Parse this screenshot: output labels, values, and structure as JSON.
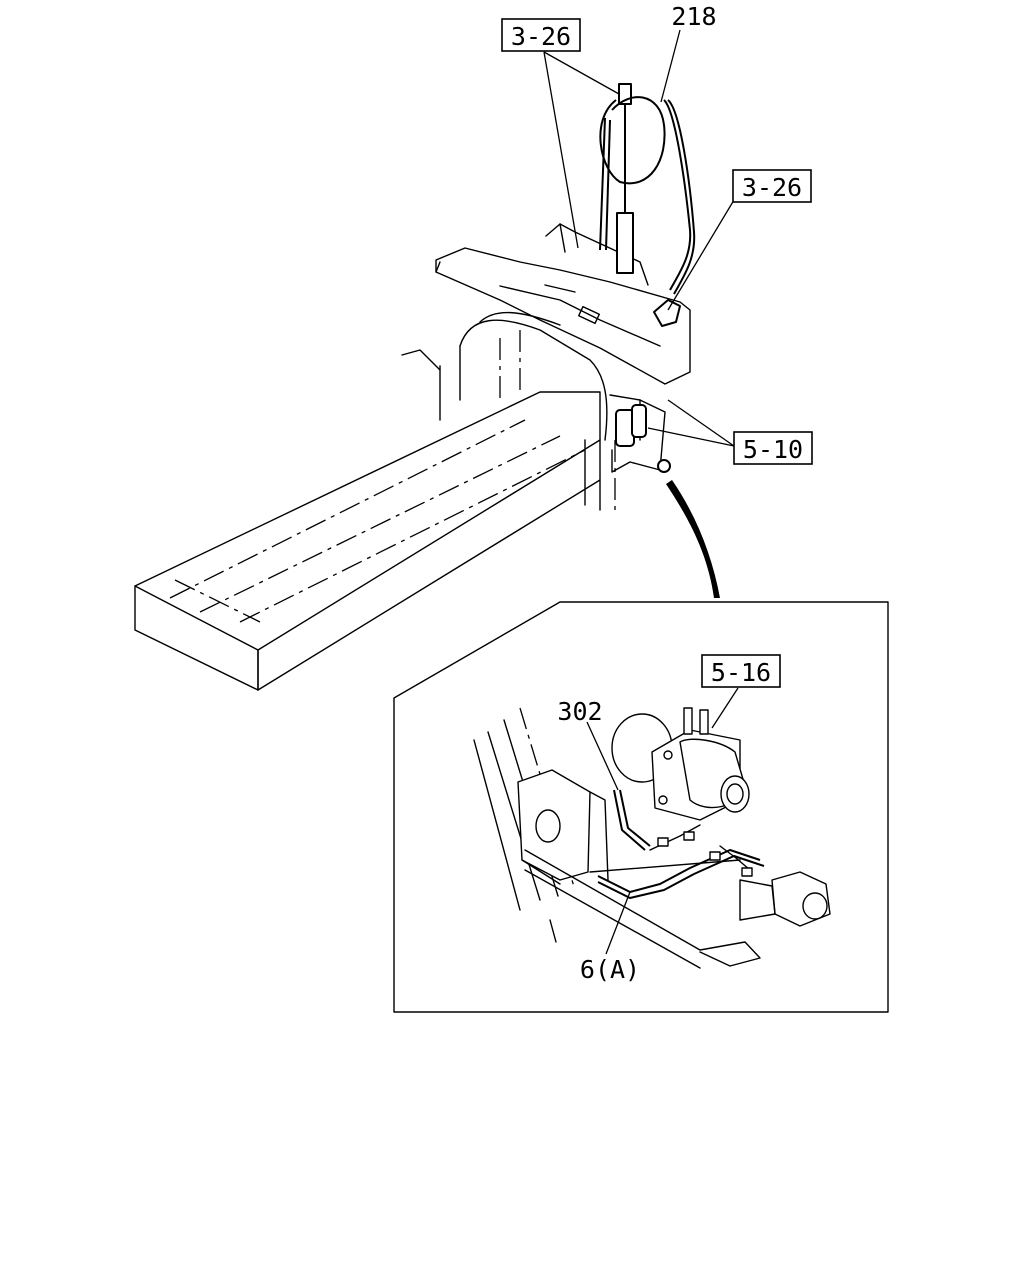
{
  "callouts": {
    "ref_3_26_top": "3-26",
    "part_218": "218",
    "ref_3_26_right": "3-26",
    "ref_5_10": "5-10",
    "ref_5_16": "5-16",
    "part_302": "302",
    "part_6a": "6(A)"
  }
}
